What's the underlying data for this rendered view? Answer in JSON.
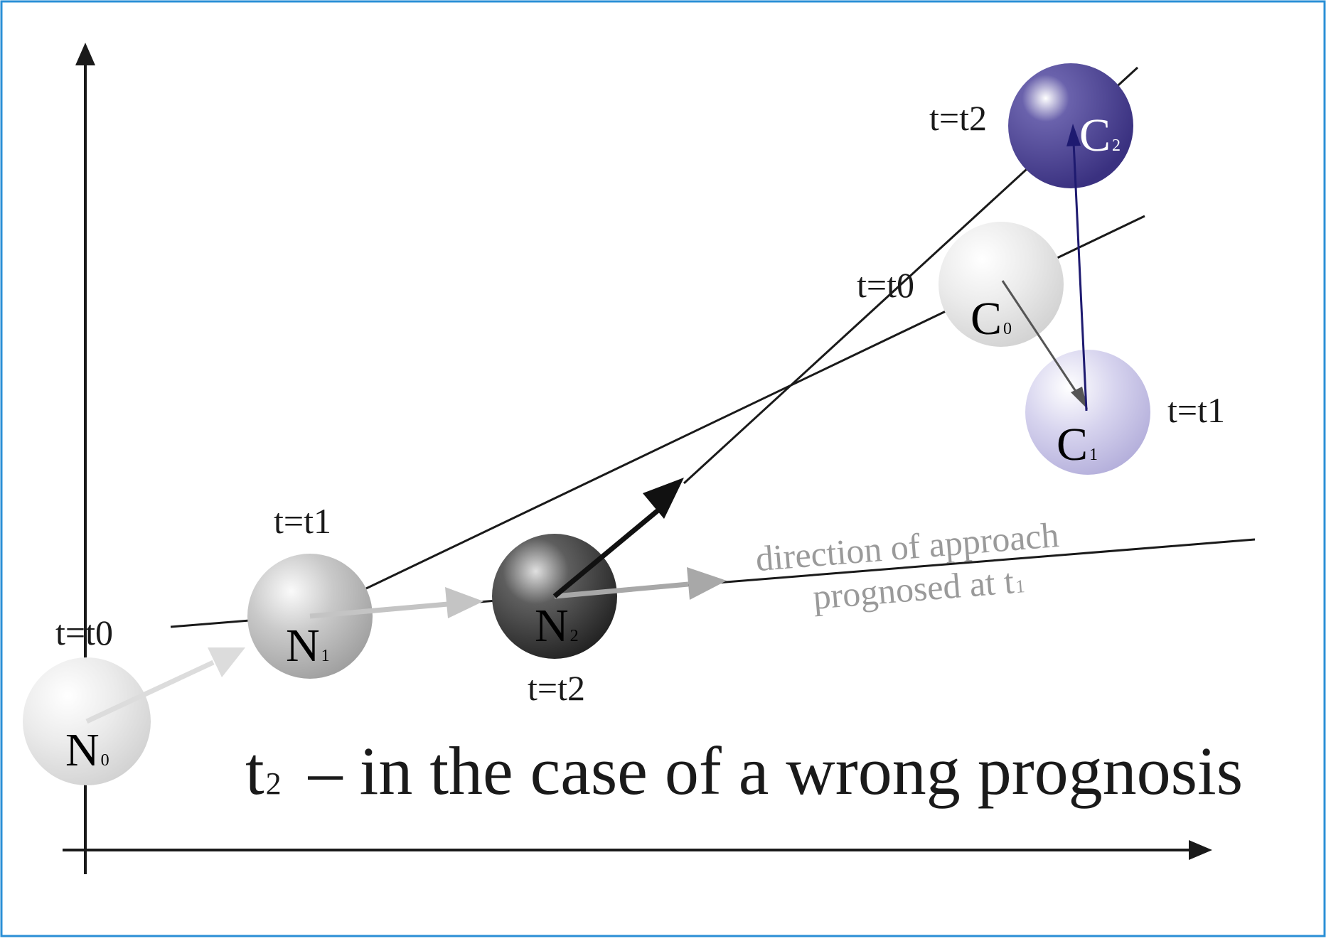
{
  "colors": {
    "frame": "#2a8fd6",
    "axis": "#1a1a1a",
    "ball_light": "#e6e6e6",
    "ball_mid": "#c8c8c8",
    "ball_dark": "#555555",
    "ball_purple_dark": "#4a4090",
    "ball_purple_light": "#c9c6e6",
    "arrow_gray": "#bdbdbd",
    "arrow_purple": "#1e1a70"
  },
  "balls": {
    "n0": {
      "main": "N",
      "sub": "0"
    },
    "n1": {
      "main": "N",
      "sub": "1"
    },
    "n2": {
      "main": "N",
      "sub": "2"
    },
    "c0": {
      "main": "C",
      "sub": "0"
    },
    "c1": {
      "main": "C",
      "sub": "1"
    },
    "c2": {
      "main": "C",
      "sub": "2"
    }
  },
  "time_labels": {
    "n0": "t=t0",
    "n1": "t=t1",
    "n2": "t=t2",
    "c0": "t=t0",
    "c1": "t=t1",
    "c2": "t=t2"
  },
  "approach_note": {
    "line1": "direction of approach",
    "line2_main": "prognosed at t",
    "line2_sub": "1"
  },
  "caption": {
    "t": "t",
    "sub": "2",
    "rest": " – in the case of a wrong prognosis"
  }
}
